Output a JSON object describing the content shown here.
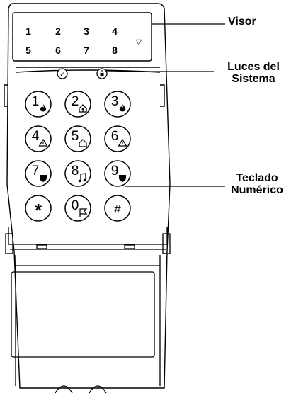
{
  "display": {
    "zones_top": [
      "1",
      "2",
      "3",
      "4"
    ],
    "zones_bottom": [
      "5",
      "6",
      "7",
      "8"
    ],
    "arrow_symbol": "▽"
  },
  "indicators": {
    "ready_symbol": "✓",
    "armed_symbol": "🔒"
  },
  "keys": [
    {
      "num": "1",
      "icon": "fire-icon"
    },
    {
      "num": "2",
      "icon": "house-people-icon"
    },
    {
      "num": "3",
      "icon": "fire-icon"
    },
    {
      "num": "4",
      "icon": "warning-icon"
    },
    {
      "num": "5",
      "icon": "home-icon"
    },
    {
      "num": "6",
      "icon": "warning-icon"
    },
    {
      "num": "7",
      "icon": "shield-icon"
    },
    {
      "num": "8",
      "icon": "music-note-icon"
    },
    {
      "num": "9",
      "icon": "shield-icon"
    },
    {
      "num": "*",
      "icon": ""
    },
    {
      "num": "0",
      "icon": "flag-icon"
    },
    {
      "num": "#",
      "icon": ""
    }
  ],
  "callouts": {
    "visor": "Visor",
    "luces_line1": "Luces del",
    "luces_line2": "Sistema",
    "teclado_line1": "Teclado",
    "teclado_line2": "Numérico"
  }
}
